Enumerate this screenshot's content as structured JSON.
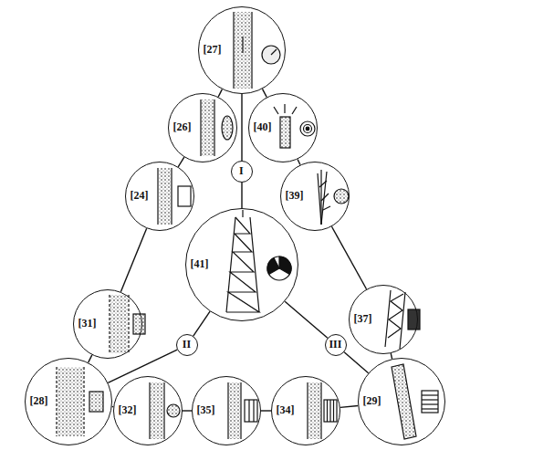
{
  "diagram": {
    "nodes": [
      {
        "text": [
          "[27]"
        ]
      },
      {
        "text": [
          "[26]"
        ]
      },
      {
        "text": [
          "[40]"
        ]
      },
      {
        "text": [
          "I"
        ]
      },
      {
        "text": [
          "[24]"
        ]
      },
      {
        "text": [
          "[39]"
        ]
      },
      {
        "text": [
          "[41]"
        ]
      },
      {
        "text": [
          "[31]"
        ]
      },
      {
        "text": [
          "II"
        ]
      },
      {
        "text": [
          "III"
        ]
      },
      {
        "text": [
          "[37]"
        ]
      },
      {
        "text": [
          "[28]"
        ]
      },
      {
        "text": [
          "[32]"
        ]
      },
      {
        "text": [
          "[35]"
        ]
      },
      {
        "text": [
          "[34]"
        ]
      },
      {
        "text": [
          "[29]"
        ]
      }
    ],
    "edges": [
      {
        "from": 0,
        "to": 1,
        "arrow": "none"
      },
      {
        "from": 0,
        "to": 2,
        "arrow": "none"
      },
      {
        "from": 0,
        "to": 3,
        "arrow": "none"
      },
      {
        "from": 3,
        "to": 6,
        "arrow": "none"
      },
      {
        "from": 1,
        "to": 4,
        "arrow": "none"
      },
      {
        "from": 2,
        "to": 5,
        "arrow": "none"
      },
      {
        "from": 4,
        "to": 7,
        "arrow": "none"
      },
      {
        "from": 5,
        "to": 10,
        "arrow": "none"
      },
      {
        "from": 7,
        "to": 11,
        "arrow": "none"
      },
      {
        "from": 10,
        "to": 15,
        "arrow": "none"
      },
      {
        "from": 6,
        "to": 8,
        "arrow": "none"
      },
      {
        "from": 8,
        "to": 11,
        "arrow": "none"
      },
      {
        "from": 6,
        "to": 9,
        "arrow": "none"
      },
      {
        "from": 9,
        "to": 15,
        "arrow": "none"
      },
      {
        "from": 11,
        "to": 12,
        "arrow": "none"
      },
      {
        "from": 12,
        "to": 13,
        "arrow": "none"
      },
      {
        "from": 13,
        "to": 14,
        "arrow": "none"
      },
      {
        "from": 14,
        "to": 15,
        "arrow": "none"
      }
    ]
  }
}
